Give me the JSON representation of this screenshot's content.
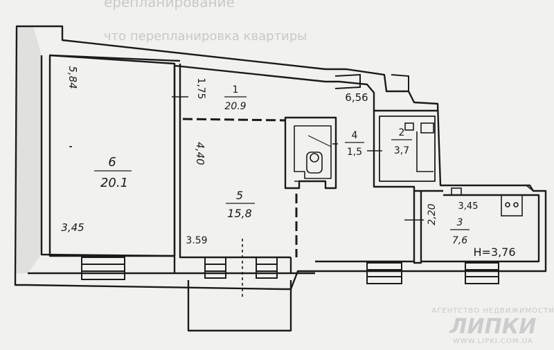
{
  "background_text": {
    "line1": "ерепланирование",
    "line2": "что перепланировка квартиры"
  },
  "rooms": [
    {
      "id": "room-1",
      "number": "1",
      "area": "20.9"
    },
    {
      "id": "room-2",
      "number": "2",
      "area": "3,7"
    },
    {
      "id": "room-3",
      "number": "3",
      "area": "7,6"
    },
    {
      "id": "room-4",
      "number": "4",
      "area": "1,5"
    },
    {
      "id": "room-5",
      "number": "5",
      "area": "15,8"
    },
    {
      "id": "room-6",
      "number": "6",
      "area": "20.1"
    }
  ],
  "dimensions": {
    "d584": "5,84",
    "d175": "1,75",
    "d656": "6,56",
    "d440": "4,40",
    "d345a": "3,45",
    "d359": "3.59",
    "d220": "2,20",
    "d345b": "3,45"
  },
  "height_label": "H=3,76",
  "watermark": {
    "agency": "АГЕНТСТВО НЕДВИЖИМОСТИ",
    "brand": "ЛИПКИ",
    "url": "WWW.LIPKI.COM.UA"
  },
  "colors": {
    "ink": "#1a1a1a",
    "paper": "#f1f1ef",
    "watermark": "#c9c9c9"
  }
}
